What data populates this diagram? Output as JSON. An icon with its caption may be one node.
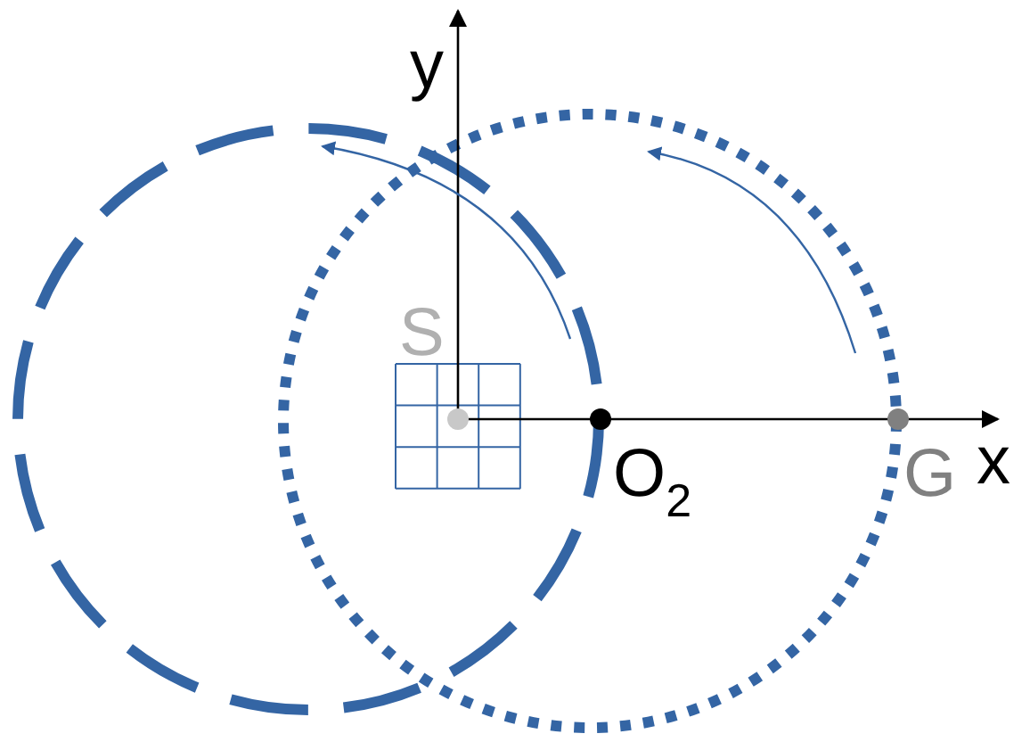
{
  "diagram": {
    "labels": [
      "y",
      "S",
      "x",
      "O$_{2}$",
      "G"
    ]
  }
}
